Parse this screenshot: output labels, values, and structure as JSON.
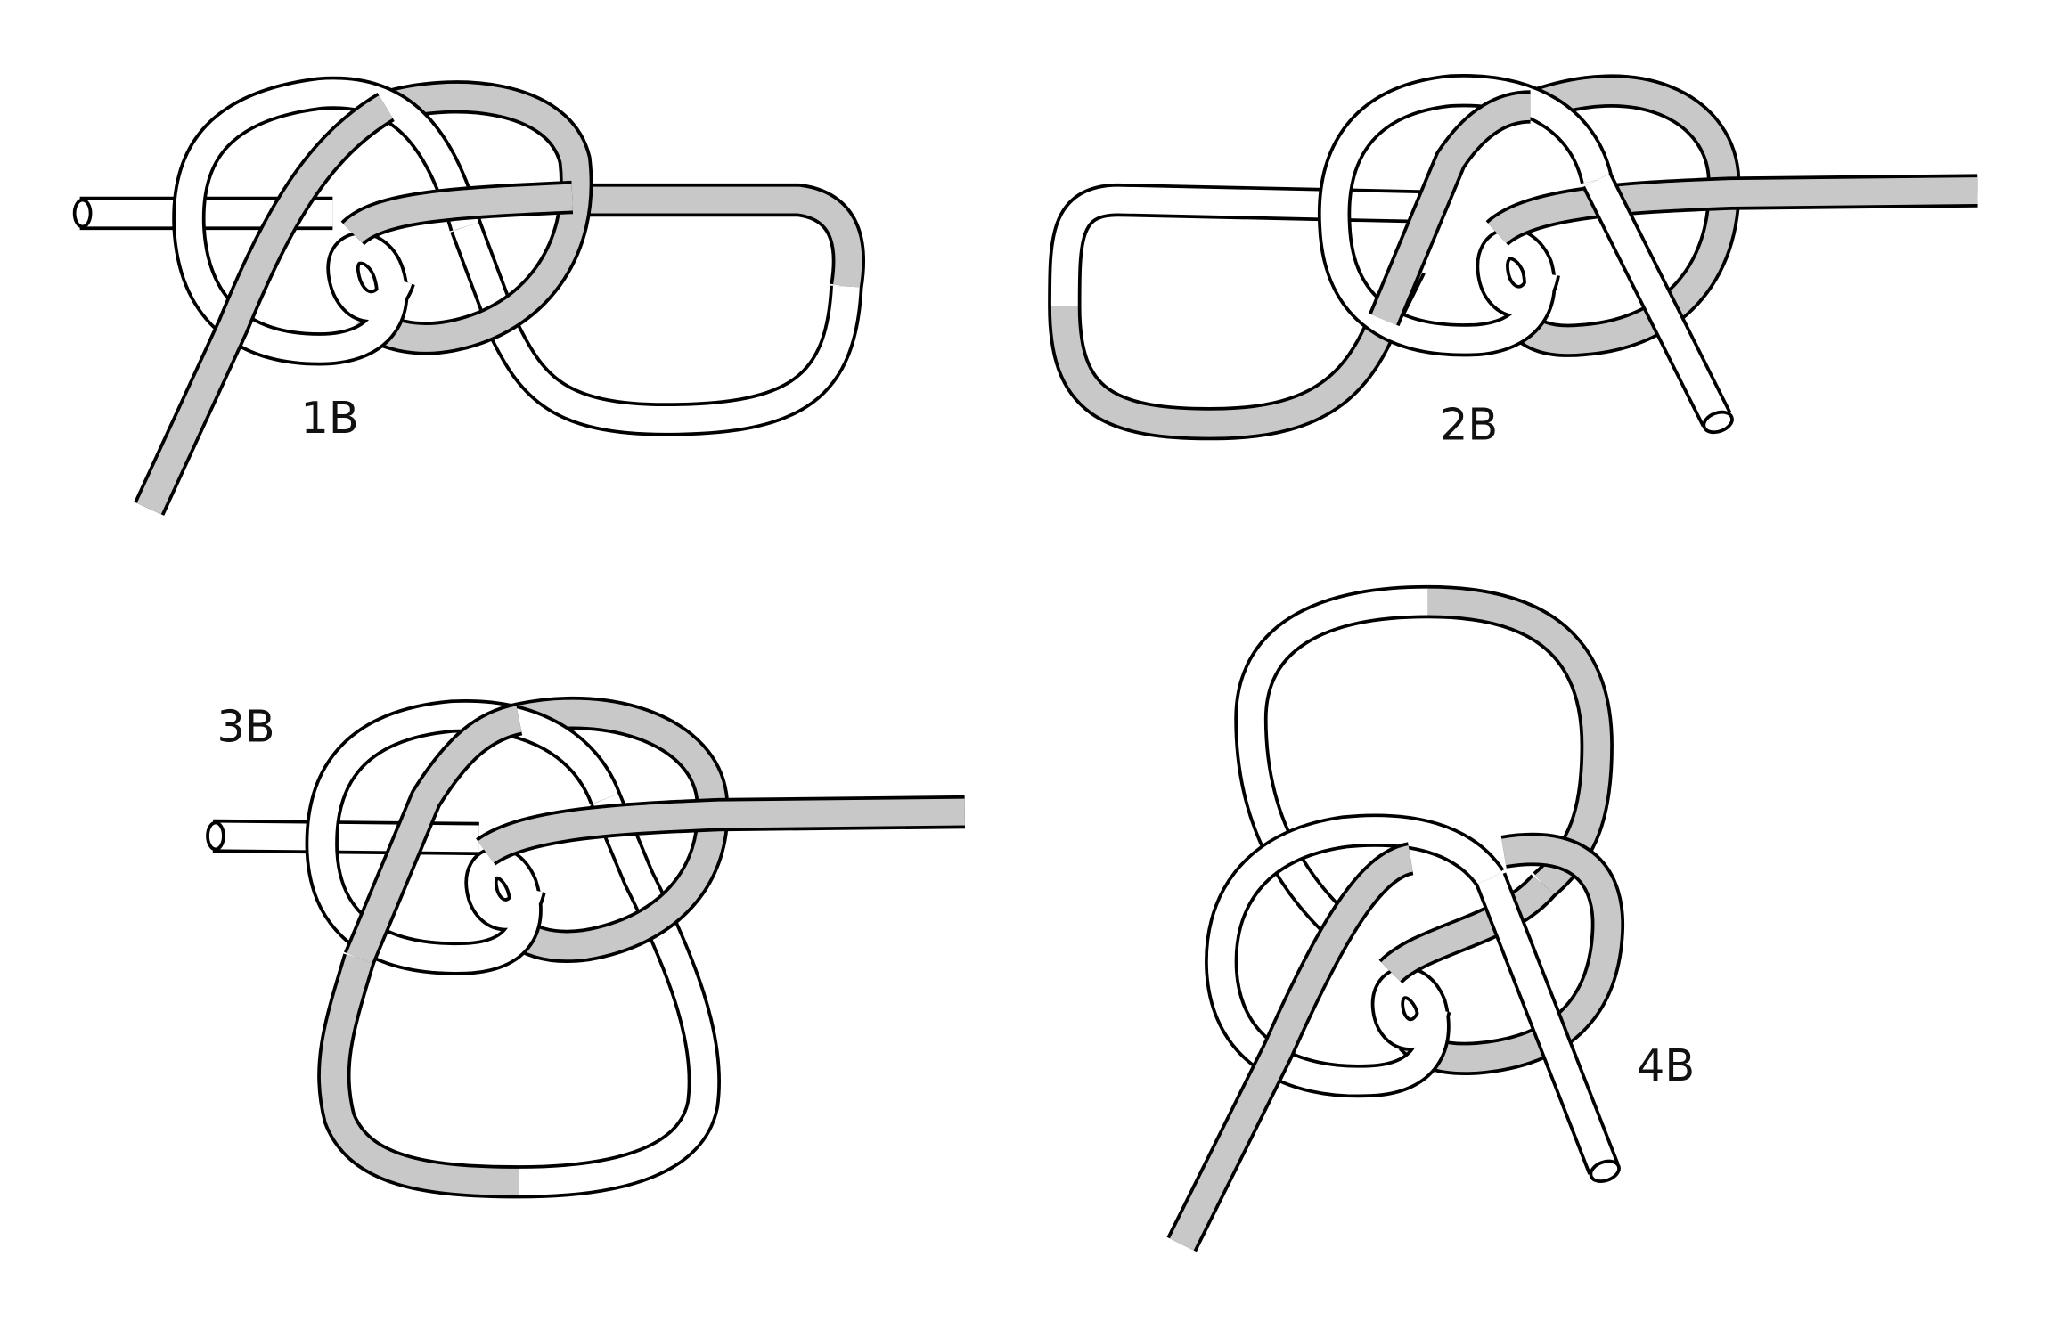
{
  "figure": {
    "colors": {
      "rope_light": "#ffffff",
      "rope_dark": "#c8c8c8",
      "outline": "#000000"
    },
    "knots": [
      {
        "label": "1B"
      },
      {
        "label": "2B"
      },
      {
        "label": "3B"
      },
      {
        "label": "4B"
      }
    ]
  }
}
